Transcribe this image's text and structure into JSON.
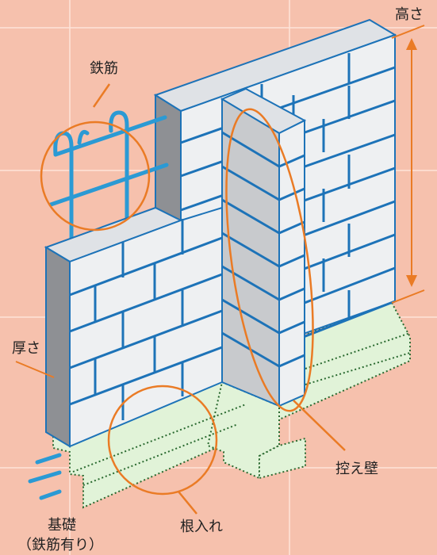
{
  "labels": {
    "rebar": "鉄筋",
    "height": "高さ",
    "thickness": "厚さ",
    "buttress": "控え壁",
    "embedment": "根入れ",
    "foundation": "基礎",
    "foundation_note": "（鉄筋有り）"
  },
  "colors": {
    "background": "#f6c1ad",
    "grid": "#fde4da",
    "block_face": "#eef0f2",
    "block_top": "#dfe2e6",
    "block_shadow": "#c8cacd",
    "block_dark": "#8e9094",
    "mortar": "#1d73b8",
    "rebar": "#2b9ad4",
    "callout": "#ea7b25",
    "foundation": "#e1f3d8",
    "foundation_dots": "#2a6a30"
  }
}
